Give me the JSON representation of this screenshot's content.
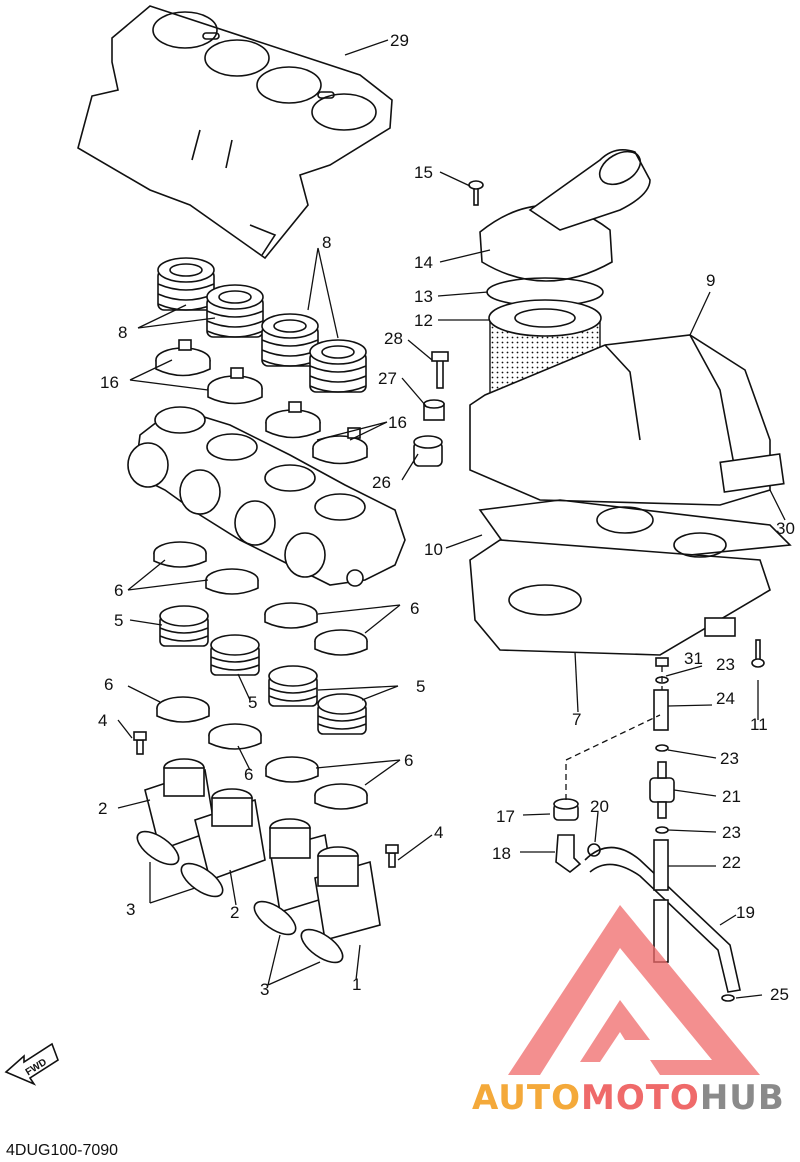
{
  "diagram_code": "4DUG100-7090",
  "fwd_label": "FWD",
  "callouts": [
    "1",
    "2",
    "3",
    "4",
    "5",
    "6",
    "7",
    "8",
    "9",
    "10",
    "11",
    "12",
    "13",
    "14",
    "15",
    "16",
    "17",
    "18",
    "19",
    "20",
    "21",
    "22",
    "23",
    "24",
    "25",
    "26",
    "27",
    "28",
    "29",
    "30",
    "31"
  ],
  "watermark": {
    "part1": "AUTO",
    "part2": "MOTO",
    "part3": "HUB",
    "colors": {
      "auto": "#f4a93a",
      "moto": "#ef6a6a",
      "hub": "#8a8a8a",
      "logo": "#ef6a6a"
    }
  }
}
